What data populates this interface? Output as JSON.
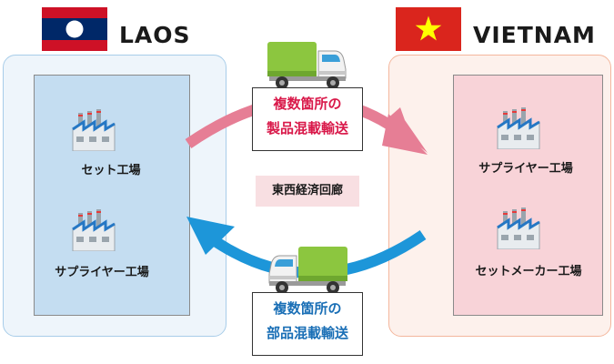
{
  "countries": {
    "left": {
      "name": "LAOS"
    },
    "right": {
      "name": "VIETNAM"
    }
  },
  "left_panel": {
    "factories": [
      {
        "label": "セット工場"
      },
      {
        "label": "サプライヤー工場"
      }
    ]
  },
  "right_panel": {
    "factories": [
      {
        "label": "サプライヤー工場"
      },
      {
        "label": "セットメーカー工場"
      }
    ]
  },
  "routes": {
    "top": {
      "line1": "複数箇所の",
      "line2": "製品混載輸送"
    },
    "bottom": {
      "line1": "複数箇所の",
      "line2": "部品混載輸送"
    },
    "corridor": "東西経済回廊"
  },
  "colors": {
    "laos_outer_bg": "#eef5fb",
    "laos_outer_border": "#a8cde9",
    "laos_inner_bg": "#c4ddf1",
    "vietnam_outer_bg": "#fdf1ec",
    "vietnam_outer_border": "#f4b79d",
    "vietnam_inner_bg": "#f8d3d8",
    "pink_arrow": "#e67e95",
    "blue_arrow": "#1d96d9",
    "truck_green": "#8cc63f",
    "laos_flag_red": "#ce1126",
    "laos_flag_blue": "#002868",
    "vietnam_flag_red": "#da251d",
    "vietnam_flag_star": "#ffff00"
  }
}
